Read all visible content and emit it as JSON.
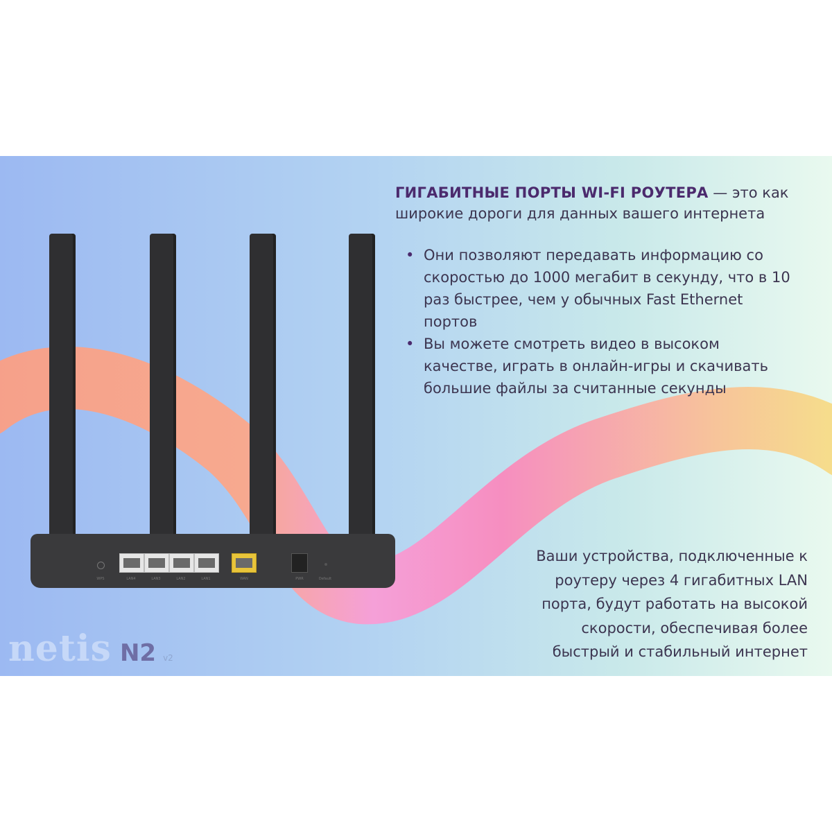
{
  "headline": {
    "bold": "ГИГАБИТНЫЕ ПОРТЫ WI-FI РОУТЕРА",
    "rest": " — это как широкие дороги для данных вашего интернета"
  },
  "bullets": [
    "Они позволяют передавать информацию со скоростью до 1000 мегабит в секунду, что в 10 раз быстрее, чем у обычных Fast Ethernet портов",
    "Вы можете смотреть видео в высоком качестве, играть в онлайн-игры и скачивать большие файлы за считанные секунды"
  ],
  "paragraph": "Ваши устройства, подключенные к роутеру через 4 гигабитных LAN порта, будут работать на высокой скорости, обеспечивая более быстрый и стабильный интернет",
  "logo": {
    "brand": "netis",
    "model": "N2",
    "version": "v2"
  },
  "router_ports": [
    "WPS",
    "LAN4",
    "LAN3",
    "LAN2",
    "LAN1",
    "WAN",
    "PWR",
    "Default"
  ],
  "colors": {
    "headline": "#4b2a6d",
    "text": "#3c3550",
    "wan_port": "#e8c43a",
    "router_body": "#3a3a3c"
  }
}
